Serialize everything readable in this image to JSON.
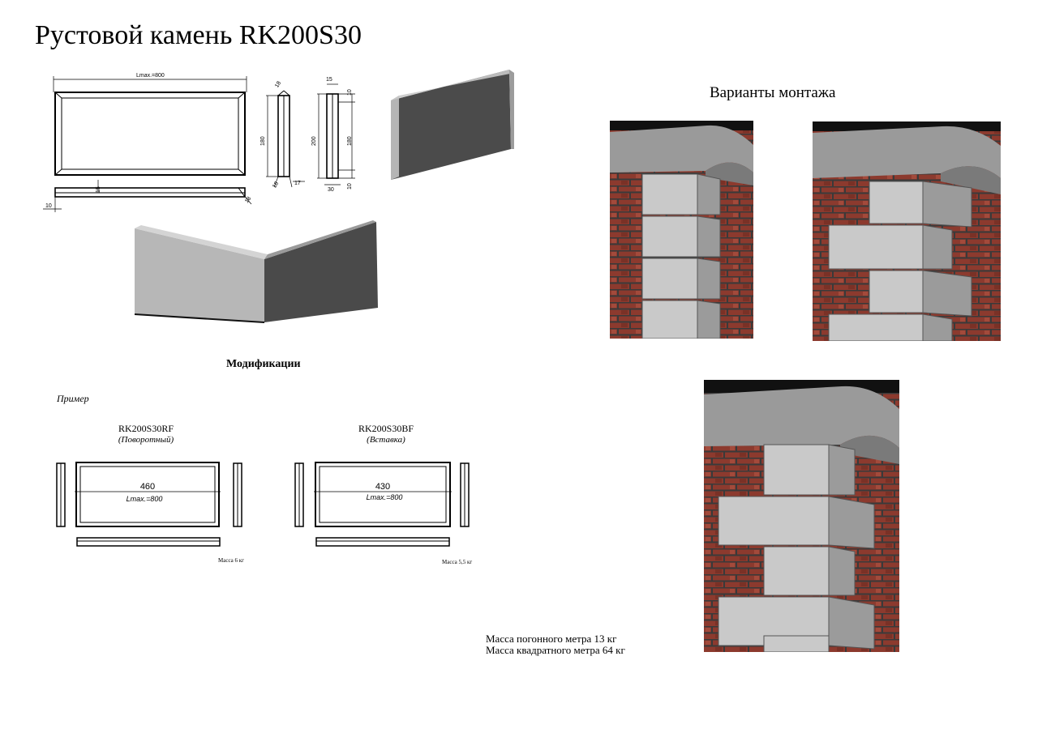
{
  "title": "Рустовой камень RK200S30",
  "drawing": {
    "dim_lmax": "Lmax.=800",
    "dim_15": "15",
    "dim_10": "10",
    "dim_180": "180",
    "dim_200": "200",
    "dim_30": "30",
    "dim_17": "17",
    "dim_18": "18"
  },
  "modifications_heading": "Модификации",
  "example_label": "Пример",
  "variants": [
    {
      "code": "RK200S30RF",
      "type": "(Поворотный)",
      "width": "460",
      "lmax": "Lmax.=800",
      "mass": "Масса 6 кг"
    },
    {
      "code": "RK200S30BF",
      "type": "(Вставка)",
      "width": "430",
      "lmax": "Lmax.=800",
      "mass": "Масса 5,5 кг"
    }
  ],
  "mounting_heading": "Варианты монтажа",
  "mass_linear": "Масса погонного метра 13 кг",
  "mass_square": "Масса квадратного метра 64 кг",
  "colors": {
    "brick": "#8c3a2e",
    "mortar": "#3a3a3a",
    "stone_light": "#c9c9c9",
    "stone_dark": "#4b4b4b",
    "cap": "#9a9a9a"
  }
}
